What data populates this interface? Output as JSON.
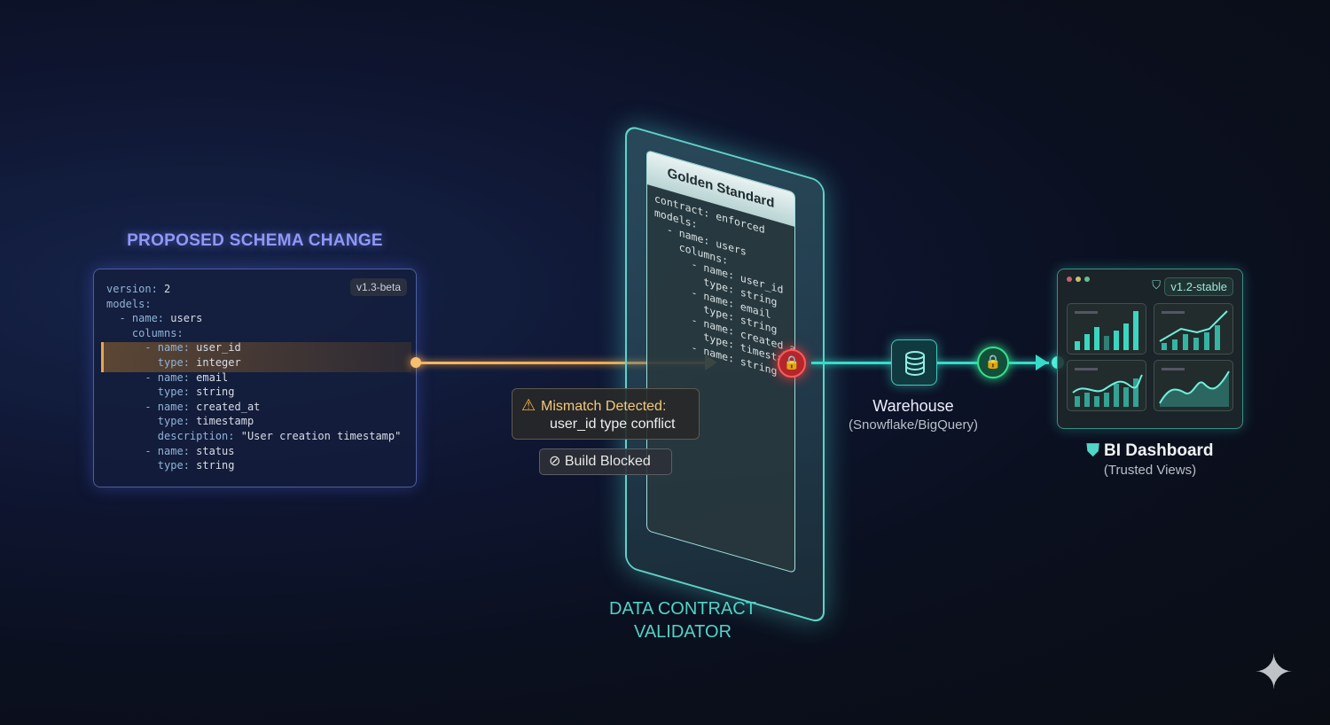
{
  "left": {
    "title": "PROPOSED SCHEMA CHANGE",
    "badge": "v1.3-beta",
    "code": [
      {
        "k": "version:",
        "v": " 2",
        "indent": 0
      },
      {
        "k": "models:",
        "v": "",
        "indent": 0
      },
      {
        "k": "- name:",
        "v": " users",
        "indent": 2
      },
      {
        "k": "columns:",
        "v": "",
        "indent": 4
      },
      {
        "k": "- name:",
        "v": " user_id",
        "indent": 6
      },
      {
        "k": "type:",
        "v": " integer",
        "indent": 8
      },
      {
        "k": "- name:",
        "v": " email",
        "indent": 6
      },
      {
        "k": "type:",
        "v": " string",
        "indent": 8
      },
      {
        "k": "- name:",
        "v": " created_at",
        "indent": 6
      },
      {
        "k": "type:",
        "v": " timestamp",
        "indent": 8
      },
      {
        "k": "description:",
        "v": " \"User creation timestamp\"",
        "indent": 8
      },
      {
        "k": "- name:",
        "v": " status",
        "indent": 6
      },
      {
        "k": "type:",
        "v": " string",
        "indent": 8
      }
    ]
  },
  "validator": {
    "header": "Golden Standard",
    "code": "contract: enforced\nmodels:\n  - name: users\n    columns:\n      - name: user_id\n        type: string\n      - name: email\n        type: string\n      - name: created_at\n        type: timestamp\n      - name: string",
    "title_line1": "DATA CONTRACT",
    "title_line2": "VALIDATOR"
  },
  "alert": {
    "title": "Mismatch Detected:",
    "detail": "user_id type conflict",
    "status": "Build Blocked"
  },
  "warehouse": {
    "label": "Warehouse",
    "sub": "(Snowflake/BigQuery)"
  },
  "dashboard": {
    "badge": "v1.2-stable",
    "title": "BI Dashboard",
    "sub": "(Trusted Views)"
  },
  "colors": {
    "proposed": "#8f98f5",
    "conflict": "#f5b860",
    "valid": "#36dcc8",
    "error": "#b4262c"
  }
}
